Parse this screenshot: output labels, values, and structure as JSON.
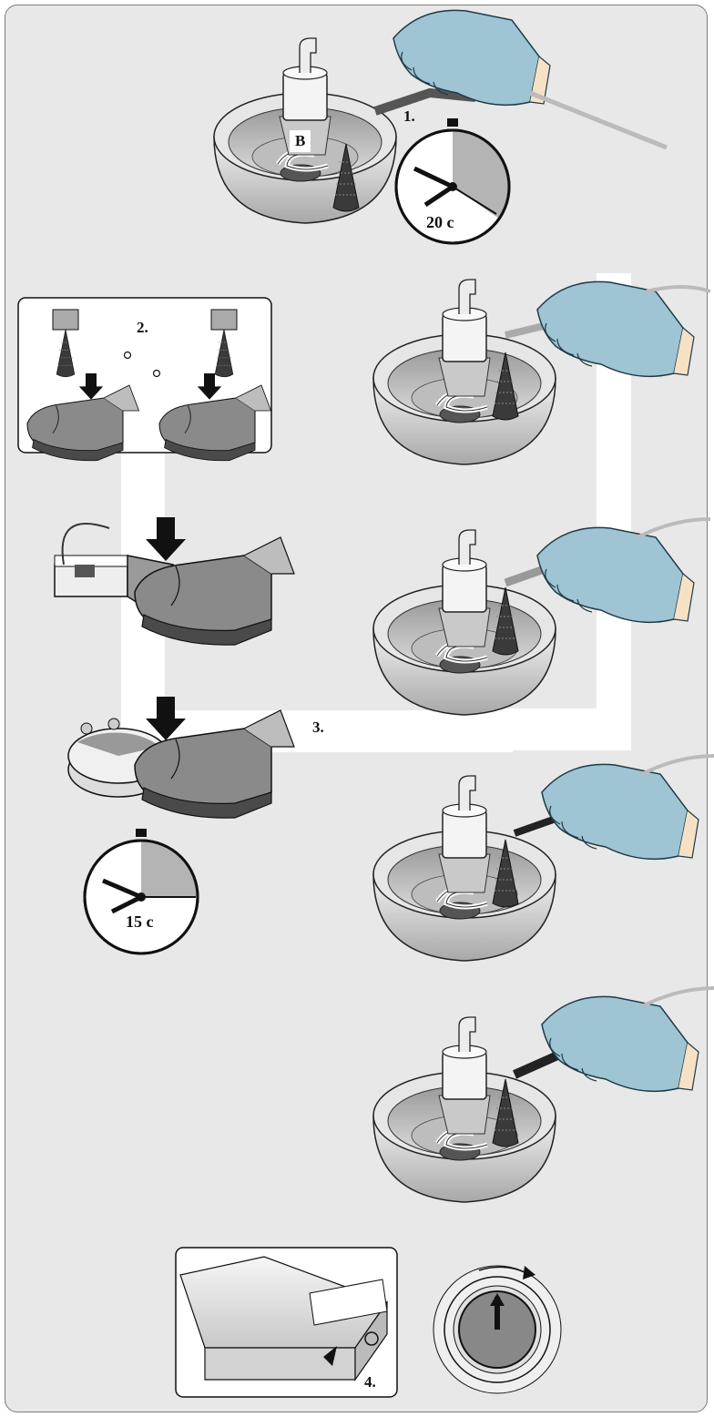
{
  "labels": {
    "b": "B",
    "step1": "1.",
    "timer1": "20 c",
    "step2": "2.",
    "timer2": "15 c",
    "step3": "3.",
    "step4": "4."
  },
  "colors": {
    "background": "#e8e8e8",
    "glove": "#9fc4d4",
    "bowl": "#d4d4d4",
    "sector": "#b4b4b4",
    "path": "#ffffff"
  },
  "timers": [
    {
      "label": "20 c",
      "seconds": 20
    },
    {
      "label": "15 c",
      "seconds": 15
    }
  ],
  "icons": [
    "bowl-icon",
    "gloved-hand-icon",
    "stopwatch-icon",
    "foot-pedal-icon",
    "shoe-icon",
    "down-arrow-icon",
    "control-unit-icon",
    "rotation-clock-icon",
    "handpiece-icon"
  ]
}
